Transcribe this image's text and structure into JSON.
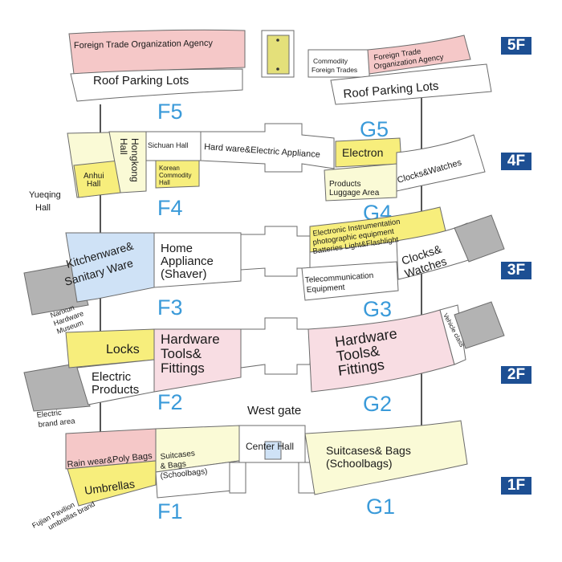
{
  "colors": {
    "pink": "#f5c8c8",
    "yellow": "#f7ee7c",
    "cream": "#fafad6",
    "lightblue": "#cfe2f6",
    "lightpink": "#f8dde3",
    "gray": "#b3b3b3",
    "white": "#ffffff",
    "blue_text": "#3a9ad9",
    "floor_badge": "#1d4f93"
  },
  "floors": [
    "5F",
    "4F",
    "3F",
    "2F",
    "1F"
  ],
  "buildings": {
    "f5": "F5",
    "g5": "G5",
    "f4": "F4",
    "g4": "G4",
    "f3": "F3",
    "g3": "G3",
    "f2": "F2",
    "g2": "G2",
    "f1": "F1",
    "g1": "G1"
  },
  "labels": {
    "5f": {
      "foreign_trade_left": "Foreign Trade Organization Agency",
      "roof_parking_left": "Roof Parking Lots",
      "commodity_1": "Commodity",
      "commodity_2": "Foreign Trades",
      "foreign_trade_right_1": "Foreign Trade",
      "foreign_trade_right_2": "Organization Agency",
      "roof_parking_right": "Roof Parking Lots"
    },
    "4f": {
      "hongkong_1": "Hongkong",
      "hongkong_2": "Hall",
      "sichuan": "Sichuan Hall",
      "hardware_electric": "Hard ware&Electric Appliance",
      "electron": "Electron",
      "anhui_1": "Anhui",
      "anhui_2": "Hall",
      "korean_1": "Korean",
      "korean_2": "Commodity",
      "korean_3": "Hall",
      "products_luggage_1": "Products",
      "products_luggage_2": "Luggage Area",
      "clocks_watches": "Clocks&Watches",
      "yueqing_1": "Yueqing",
      "yueqing_2": "Hall"
    },
    "3f": {
      "kitchen_1": "Kitchenware&",
      "kitchen_2": "Sanitary Ware",
      "home_1": "Home",
      "home_2": "Appliance",
      "home_3": "(Shaver)",
      "electronic_1": "Electronic Instrumentation",
      "electronic_2": "photographic equipment",
      "electronic_3": "Batteries Light&Flashlight",
      "clocks_1": "Clocks&",
      "clocks_2": "Watches",
      "telecom_1": "Telecommunication",
      "telecom_2": "Equipment",
      "nanxun_1": "Nanxun",
      "nanxun_2": "Hardware",
      "nanxun_3": "Museum"
    },
    "2f": {
      "locks": "Locks",
      "hardware_left_1": "Hardware",
      "hardware_left_2": "Tools&",
      "hardware_left_3": "Fittings",
      "electric_1": "Electric",
      "electric_2": "Products",
      "hardware_right_1": "Hardware",
      "hardware_right_2": "Tools&",
      "hardware_right_3": "Fittings",
      "vehicle": "Vehicle class",
      "electric_brand_1": "Electric",
      "electric_brand_2": "brand area"
    },
    "1f": {
      "west_gate": "West gate",
      "center_hall": "Center Hall",
      "rainwear": "Rain wear&Poly Bags",
      "suitcases_left_1": "Suitcases",
      "suitcases_left_2": "& Bags",
      "suitcases_left_3": "(Schoolbags)",
      "umbrellas": "Umbrellas",
      "suitcases_right_1": "Suitcases& Bags",
      "suitcases_right_2": "(Schoolbags)",
      "fujian_1": "Fujian Pavilion",
      "fujian_2": "umbrellas brand"
    }
  }
}
